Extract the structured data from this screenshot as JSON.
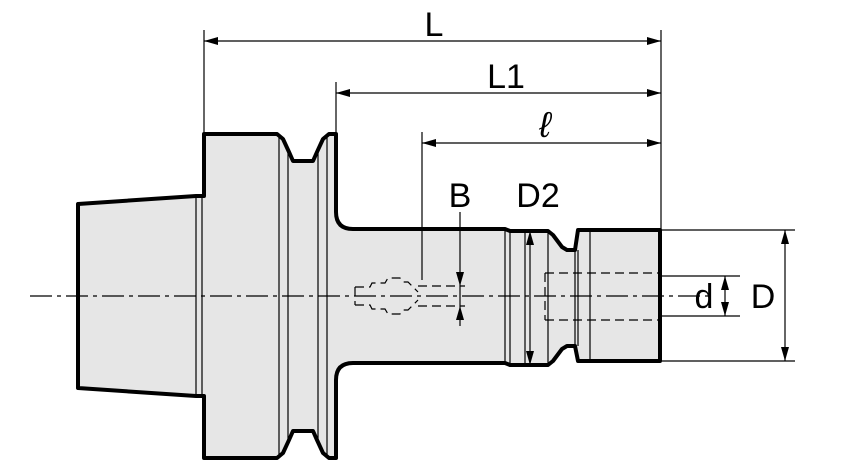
{
  "labels": {
    "L": "L",
    "L1": "L1",
    "l": "ℓ",
    "B": "B",
    "D2": "D2",
    "d": "d",
    "D": "D"
  }
}
